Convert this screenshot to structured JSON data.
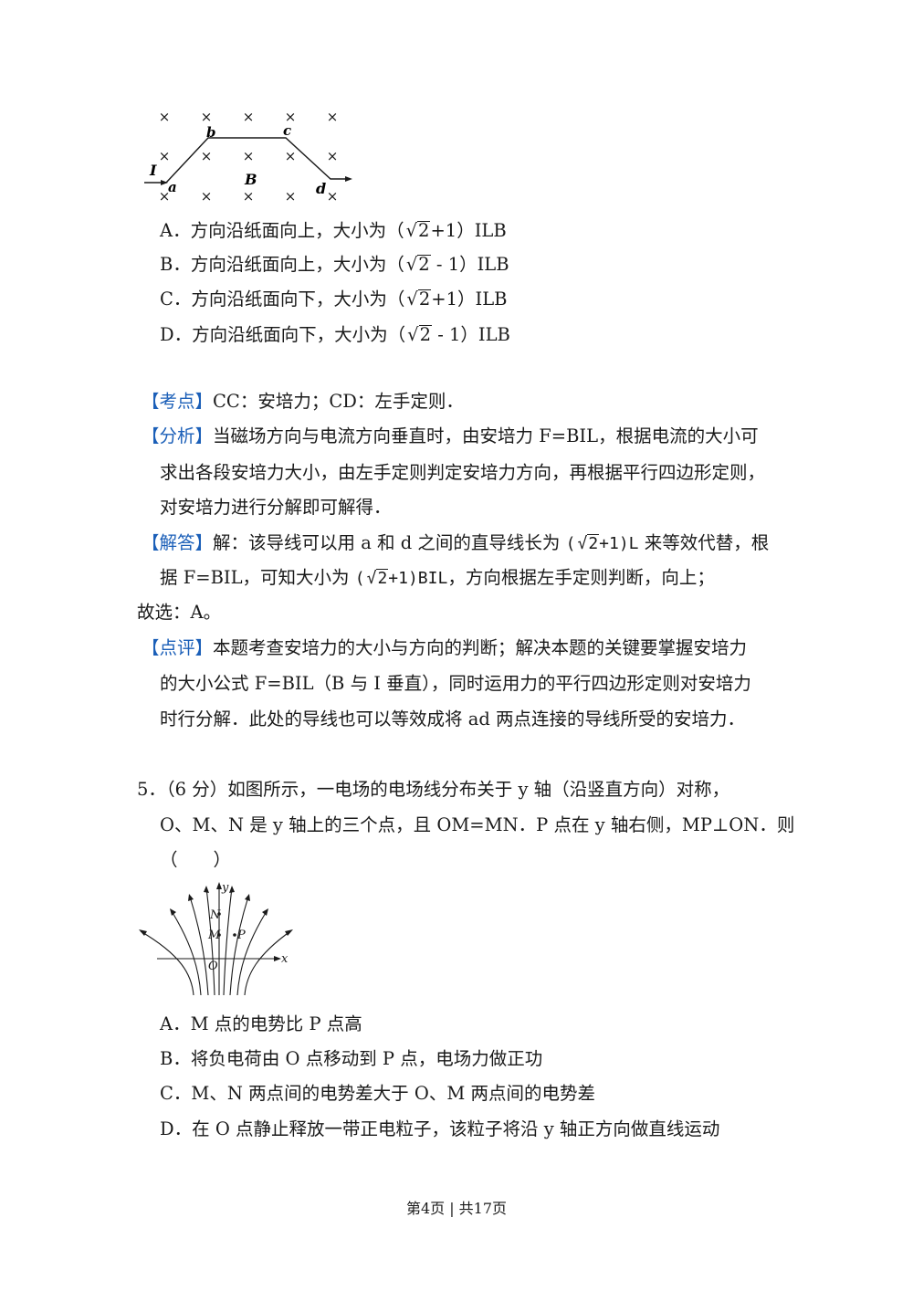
{
  "fig1": {
    "label_b": "b",
    "label_c": "c",
    "label_I": "I",
    "label_a": "a",
    "label_B": "B",
    "label_d": "d",
    "cross": "×"
  },
  "q4": {
    "options": [
      {
        "pre": "A．方向沿纸面向上，大小为（",
        "rad": "2",
        "post": "+1）ILB"
      },
      {
        "pre": "B．方向沿纸面向上，大小为（",
        "rad": "2",
        "post": " - 1）ILB"
      },
      {
        "pre": "C．方向沿纸面向下，大小为（",
        "rad": "2",
        "post": "+1）ILB"
      },
      {
        "pre": "D．方向沿纸面向下，大小为（",
        "rad": "2",
        "post": " - 1）ILB"
      }
    ],
    "kaodian_tag": "【考点】",
    "kaodian": "CC：安培力；CD：左手定则．",
    "fenxi_tag": "【分析】",
    "fenxi_1": "当磁场方向与电流方向垂直时，由安培力 F=BIL，根据电流的大小可",
    "fenxi_2": "求出各段安培力大小，由左手定则判定安培力方向，再根据平行四边形定则，",
    "fenxi_3": "对安培力进行分解即可解得．",
    "jieda_tag": "【解答】",
    "jieda_1a": "解：该导线可以用 a 和 d 之间的直导线长为",
    "jieda_1_expr_pre": "(",
    "jieda_1_expr_rad": "2",
    "jieda_1_expr_post": "+1)L",
    "jieda_1b": "来等效代替，根",
    "jieda_2a": "据 F=BIL，可知大小为",
    "jieda_2_expr_pre": "(",
    "jieda_2_expr_rad": "2",
    "jieda_2_expr_post": "+1)BIL",
    "jieda_2b": "，方向根据左手定则判断，向上；",
    "guxuan": "故选：A。",
    "dianping_tag": "【点评】",
    "dianping_1": "本题考查安培力的大小与方向的判断；解决本题的关键要掌握安培力",
    "dianping_2": "的大小公式 F=BIL（B 与 I 垂直），同时运用力的平行四边形定则对安培力",
    "dianping_3": "时行分解．此处的导线也可以等效成将 ad 两点连接的导线所受的安培力．"
  },
  "q5": {
    "stem_1": "5．（6 分）如图所示，一电场的电场线分布关于 y 轴（沿竖直方向）对称，",
    "stem_2": "O、M、N 是 y 轴上的三个点，且 OM=MN．P 点在 y 轴右侧，MP⊥ON．则",
    "stem_3": "（　　）",
    "fig_labels": {
      "y": "y",
      "x": "x",
      "N": "N",
      "M": "M",
      "P": "P",
      "O": "O"
    },
    "options": [
      "A．M 点的电势比 P 点高",
      "B．将负电荷由 O 点移动到 P 点，电场力做正功",
      "C．M、N 两点间的电势差大于 O、M 两点间的电势差",
      "D．在 O 点静止释放一带正电粒子，该粒子将沿 y 轴正方向做直线运动"
    ]
  },
  "footer": "第4页 | 共17页"
}
